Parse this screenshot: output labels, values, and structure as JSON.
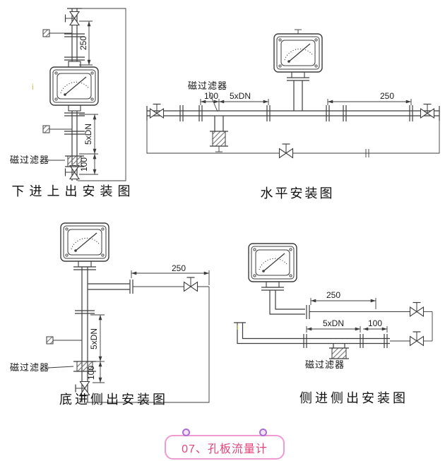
{
  "colors": {
    "line": "#3c3c3c",
    "footer_border": "#f09ad2",
    "footer_text": "#e0457b",
    "pin_border": "#aa6ed2",
    "pin_fill": "#f4e2f8",
    "stray_mark": "#c9c053"
  },
  "diagrams": {
    "bottom_in_top_out": {
      "caption": "下进上出安装图",
      "filter_label": "磁过滤器",
      "dims": {
        "d250": "250",
        "d5dn": "5xDN",
        "d100": "100"
      }
    },
    "horizontal": {
      "caption": "水平安装图",
      "filter_label": "磁过滤器",
      "dims": {
        "d100": "100",
        "d5dn": "5xDN",
        "d250": "250"
      }
    },
    "bottom_in_side_out": {
      "caption": "底进侧出安装图",
      "filter_label": "磁过滤器",
      "dims": {
        "d250": "250",
        "d5dn": "5xDN",
        "d100": "100"
      }
    },
    "side_in_side_out": {
      "caption": "侧进侧出安装图",
      "filter_label": "磁过滤器",
      "dims": {
        "d250": "250",
        "d5dn": "5xDN",
        "d100": "100"
      }
    }
  },
  "footer": {
    "title": "07、孔板流量计"
  },
  "artifacts": [
    {
      "glyph": "i"
    },
    {
      "glyph": "i"
    }
  ]
}
